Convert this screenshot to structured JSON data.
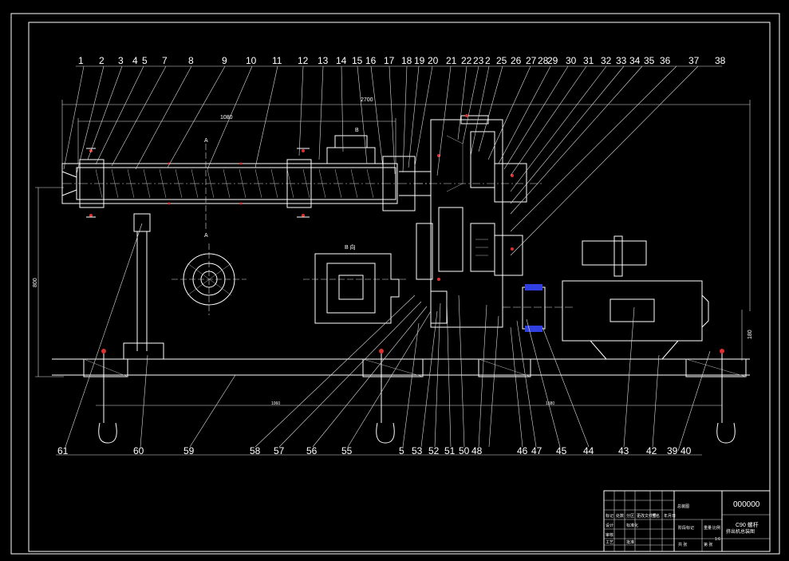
{
  "colors": {
    "background": "#000000",
    "lines": "#ffffff",
    "highlight": "#e03030",
    "coupling": "#3040e0"
  },
  "dimensions": {
    "overall_length": "2700",
    "barrel_length": "1080",
    "height": "800",
    "motor_height": "180",
    "base_span_left": "1060",
    "base_span_right": "1580"
  },
  "section_labels": {
    "section_a_top": "A",
    "section_a_bottom": "A",
    "view_b_marker": "B",
    "view_b_title": "B 向"
  },
  "callouts_top": [
    "1",
    "2",
    "3",
    "4",
    "5",
    "7",
    "8",
    "9",
    "10",
    "11",
    "12",
    "13",
    "14",
    "15",
    "16",
    "17",
    "18",
    "19",
    "20",
    "21",
    "22",
    "23",
    "2",
    "25",
    "26",
    "27",
    "28",
    "29",
    "30",
    "31",
    "32",
    "33",
    "34",
    "35",
    "36",
    "37",
    "38"
  ],
  "callouts_bottom": [
    "61",
    "60",
    "59",
    "58",
    "57",
    "56",
    "55",
    "5",
    "53",
    "52",
    "51",
    "50",
    "48",
    "46",
    "47",
    "45",
    "44",
    "43",
    "42",
    "39",
    "40"
  ],
  "title_block": {
    "drawing_number": "000000",
    "title_line1": "C90 螺杆",
    "title_line2": "挤出机总装图",
    "material_label": "总装图",
    "scale_label": "1:6",
    "small_fields": [
      "标记",
      "处数",
      "分区",
      "更改文件号",
      "签名",
      "年月日",
      "设计",
      "标准化",
      "审核",
      "工艺",
      "批准",
      "阶段标记",
      "重量",
      "比例",
      "共 张",
      "第 张"
    ]
  }
}
